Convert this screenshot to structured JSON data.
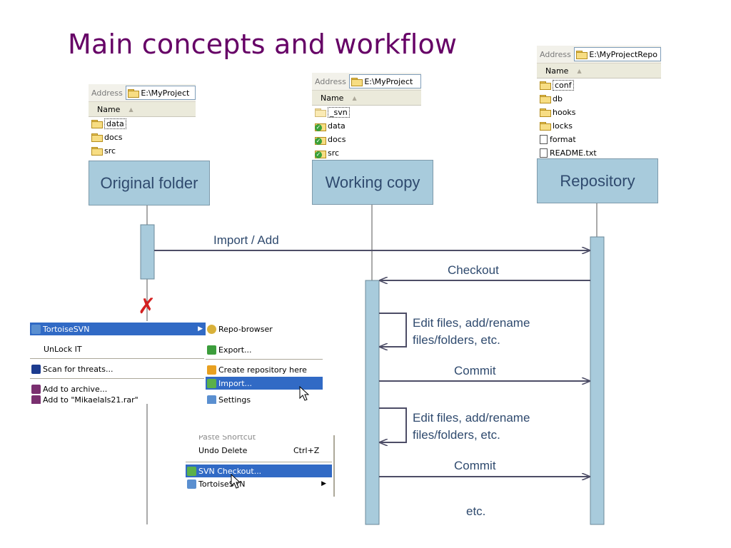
{
  "title": "Main concepts and workflow",
  "original": {
    "address_label": "Address",
    "path": "E:\\MyProject",
    "name_header": "Name",
    "items": [
      "data",
      "docs",
      "src"
    ],
    "box_label": "Original folder"
  },
  "working": {
    "address_label": "Address",
    "path": "E:\\MyProject",
    "name_header": "Name",
    "items": [
      "_svn",
      "data",
      "docs",
      "src"
    ],
    "box_label": "Working copy"
  },
  "repository": {
    "address_label": "Address",
    "path": "E:\\MyProjectRepo",
    "name_header": "Name",
    "items": [
      "conf",
      "db",
      "hooks",
      "locks",
      "format",
      "README.txt"
    ],
    "box_label": "Repository"
  },
  "arrows": {
    "import": "Import / Add",
    "checkout": "Checkout",
    "edit1_line1": "Edit files, add/rename",
    "edit1_line2": "files/folders, etc.",
    "commit1": "Commit",
    "edit2_line1": "Edit files, add/rename",
    "edit2_line2": "files/folders, etc.",
    "commit2": "Commit",
    "etc": "etc."
  },
  "red_x": "✗",
  "menu1": {
    "left": {
      "tortoise": "TortoiseSVN",
      "unlock": "UnLock IT",
      "scan": "Scan for threats...",
      "add_archive": "Add to archive...",
      "add_rar": "Add to \"MikaelaIs21.rar\""
    },
    "right": {
      "repo_browser": "Repo-browser",
      "export": "Export...",
      "create_repo": "Create repository here",
      "import": "Import...",
      "settings": "Settings"
    }
  },
  "menu2": {
    "paste_shortcut": "Paste Shortcut",
    "undo_delete": "Undo Delete",
    "undo_shortcut": "Ctrl+Z",
    "svn_checkout": "SVN Checkout...",
    "tortoise": "TortoiseSVN"
  },
  "colors": {
    "title": "#660066",
    "box_fill": "#a8cbdc",
    "label_text": "#2f4a6e",
    "arrow": "#4d4d66",
    "menu_highlight": "#316ac5"
  }
}
